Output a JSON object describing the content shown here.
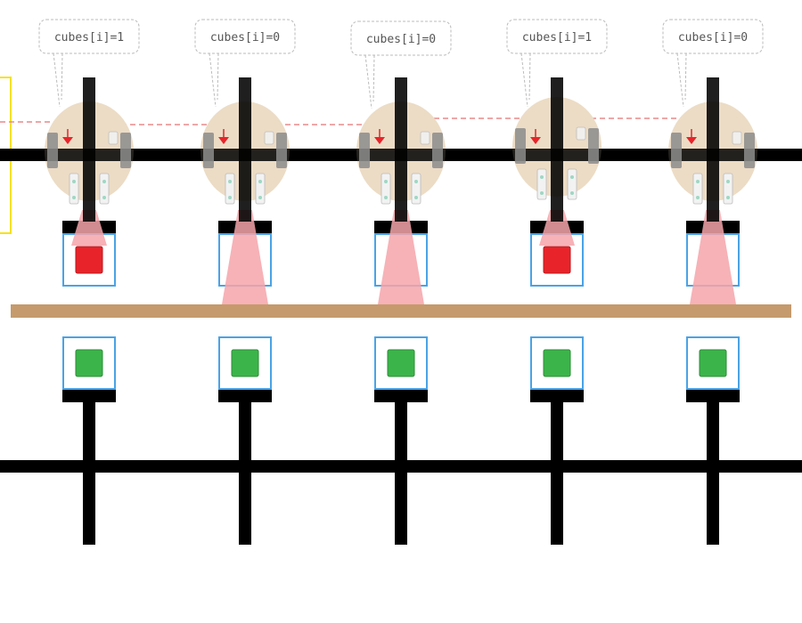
{
  "bubbles": [
    {
      "text": "cubes[i]=1"
    },
    {
      "text": "cubes[i]=0"
    },
    {
      "text": "cubes[i]=0"
    },
    {
      "text": "cubes[i]=1"
    },
    {
      "text": "cubes[i]=0"
    }
  ],
  "columns": [
    {
      "top_cube": "red",
      "sensor_beam": "short"
    },
    {
      "top_cube": "none",
      "sensor_beam": "long"
    },
    {
      "top_cube": "none",
      "sensor_beam": "long"
    },
    {
      "top_cube": "red",
      "sensor_beam": "short"
    },
    {
      "top_cube": "none",
      "sensor_beam": "long"
    }
  ],
  "bottom_cubes": [
    "green",
    "green",
    "green",
    "green",
    "green"
  ],
  "colors": {
    "track": "#000000",
    "robot_body": "#ecdcc5",
    "wall": "#c59a6c",
    "slot_border": "#4aa3e6",
    "red_cube": "#e8242a",
    "green_cube": "#3bb449",
    "beam": "#f4a4aa",
    "path_dash": "#e98a8a",
    "highlight": "#f5e21c",
    "bubble_border": "#bbbbbb"
  }
}
